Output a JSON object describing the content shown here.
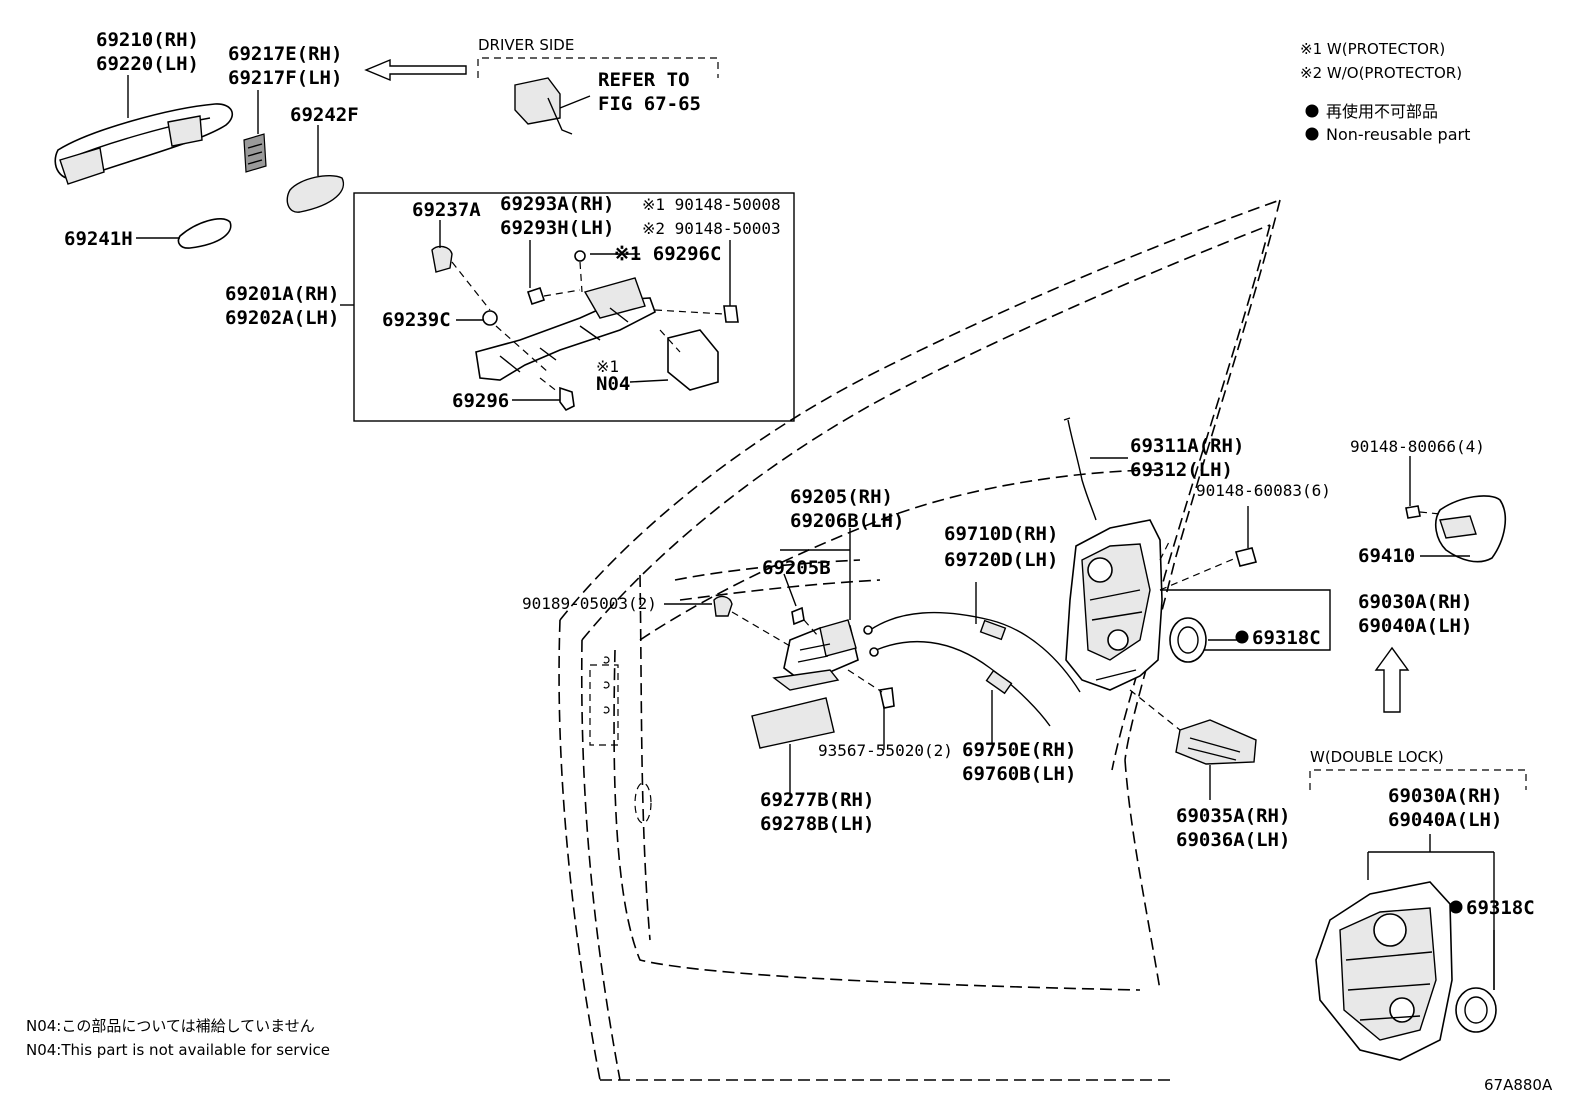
{
  "legend": {
    "w_protector": "※1 W(PROTECTOR)",
    "wo_protector": "※2 W/O(PROTECTOR)",
    "non_reusable_jp": "再使用不可部品",
    "non_reusable_en": "Non-reusable part"
  },
  "notes": {
    "n04_jp": "N04:この部品については補給していません",
    "n04_en": "N04:This part is not available for service"
  },
  "figure_code": "67A880A",
  "driver_side": {
    "label": "DRIVER SIDE",
    "refer_line1": "REFER TO",
    "refer_line2": "FIG 67-65"
  },
  "double_lock_label": "W(DOUBLE LOCK)",
  "callouts": {
    "p69210": "69210(RH)",
    "p69220": "69220(LH)",
    "p69217E": "69217E(RH)",
    "p69217F": "69217F(LH)",
    "p69242F": "69242F",
    "p69241H": "69241H",
    "p69201A": "69201A(RH)",
    "p69202A": "69202A(LH)",
    "p69237A": "69237A",
    "p69293A": "69293A(RH)",
    "p69293H": "69293H(LH)",
    "note1_part": "※1 90148-50008",
    "note2_part": "※2 90148-50003",
    "p69296C": "※1 69296C",
    "p69239C": "69239C",
    "n04_mark": "※1",
    "n04_code": "N04",
    "p69296": "69296",
    "p69311A": "69311A(RH)",
    "p69312": "69312(LH)",
    "p90148_80066": "90148-80066(4)",
    "p90148_60083": "90148-60083(6)",
    "p69410": "69410",
    "p69205": "69205(RH)",
    "p69206B": "69206B(LH)",
    "p69205B": "69205B",
    "p69710D": "69710D(RH)",
    "p69720D": "69720D(LH)",
    "p90189": "90189-05003(2)",
    "p69030A": "69030A(RH)",
    "p69040A": "69040A(LH)",
    "p69318C": "69318C",
    "p93567": "93567-55020(2)",
    "p69750E": "69750E(RH)",
    "p69760B": "69760B(LH)",
    "p69277B": "69277B(RH)",
    "p69278B": "69278B(LH)",
    "p69035A": "69035A(RH)",
    "p69036A": "69036A(LH)",
    "p69030A_dl": "69030A(RH)",
    "p69040A_dl": "69040A(LH)",
    "p69318C_dl": "69318C"
  }
}
